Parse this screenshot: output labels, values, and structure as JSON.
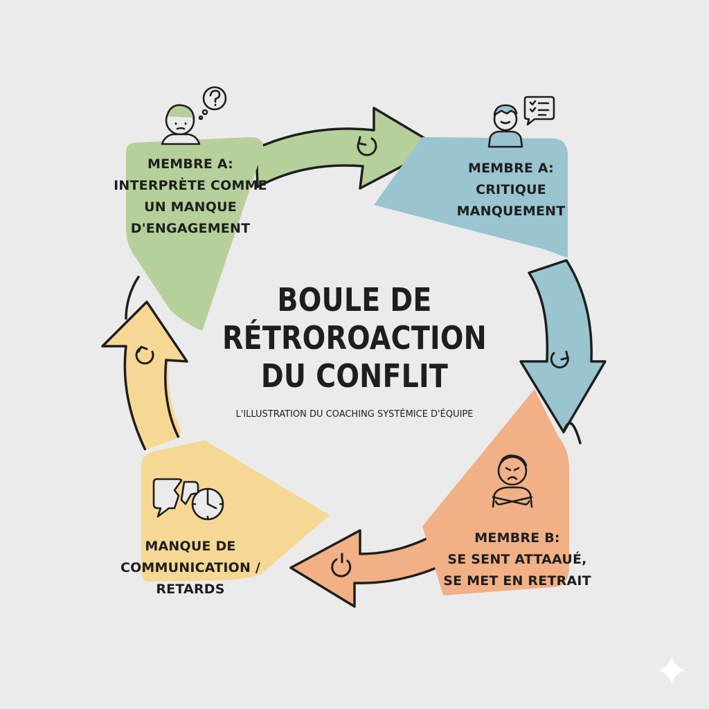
{
  "title": [
    "Boule de",
    "rétroroaction",
    "du conflit"
  ],
  "subtitle": "L'illustration du coaching systémice d'équipe",
  "nodes": {
    "member_a_interprets": {
      "lines": [
        "Membre A:",
        "Interprète comme",
        "un manque",
        "d'engagement"
      ],
      "color": "#b5d09a",
      "icon": "confused-person-question-icon"
    },
    "member_a_criticizes": {
      "lines": [
        "Membre A:",
        "Critique",
        "manquement"
      ],
      "color": "#99c4d0",
      "icon": "person-speech-checklist-icon"
    },
    "member_b_withdraws": {
      "lines": [
        "Membre B:",
        "Se sent attaaué,",
        "se met en retrait"
      ],
      "color": "#f1b086",
      "icon": "upset-person-crossed-arms-icon"
    },
    "lack_of_communication": {
      "lines": [
        "Manque de",
        "communication /",
        "retards"
      ],
      "color": "#f6d894",
      "icon": "broken-speech-bubble-clock-icon"
    }
  },
  "cycle_icon": "refresh-cycle-icon",
  "colors": {
    "background": "#ebebeb",
    "outline": "#1e1e1e",
    "green": "#b5d09a",
    "blue": "#99c4d0",
    "orange": "#f1b086",
    "yellow": "#f6d894"
  }
}
